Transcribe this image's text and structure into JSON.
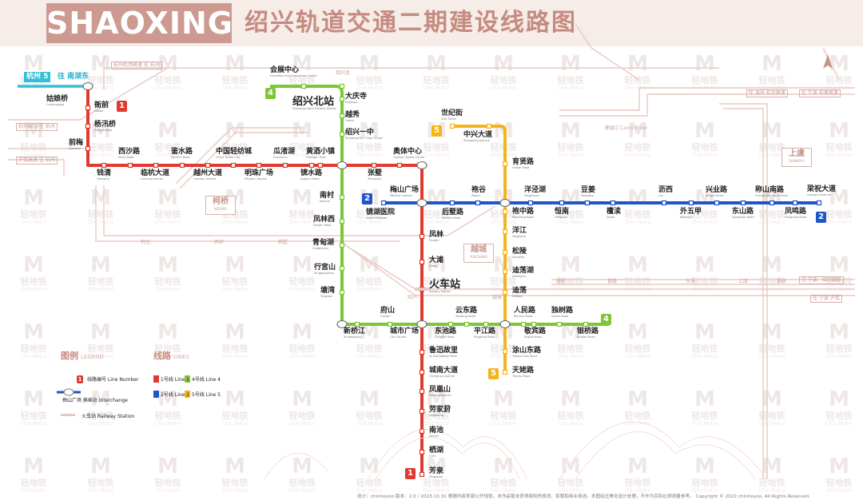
{
  "header": {
    "brand": "SHAOXING",
    "title": "绍兴轨道交通二期建设线路图"
  },
  "colors": {
    "line1": "#e03a2f",
    "line2": "#1e55c8",
    "line4": "#7dc734",
    "line5": "#f5b51a",
    "hz5": "#33bfd6",
    "rail": "#e8c9c2",
    "accent": "#cc9a90"
  },
  "watermark": {
    "glyph": "M",
    "cn": "轻地铁",
    "en": "Chin Metro"
  },
  "hz5": {
    "label": "杭州 5",
    "direction": "往 南湖东"
  },
  "badges": [
    {
      "text": "1",
      "line": "line1"
    },
    {
      "text": "1",
      "line": "line1"
    },
    {
      "text": "2",
      "line": "line2"
    },
    {
      "text": "2",
      "line": "line2"
    },
    {
      "text": "4",
      "line": "line4"
    },
    {
      "text": "4",
      "line": "line4"
    },
    {
      "text": "5",
      "line": "line5"
    },
    {
      "text": "5",
      "line": "line5"
    }
  ],
  "stations": [
    {
      "zh": "姑娘桥",
      "en": "Guniangqiao"
    },
    {
      "zh": "衙前",
      "en": "Yaqian"
    },
    {
      "zh": "杨汛桥",
      "en": "Yangxunqiao"
    },
    {
      "zh": "前梅",
      "en": "Qianmei"
    },
    {
      "zh": "钱清",
      "en": "Qianqing"
    },
    {
      "zh": "西沙路",
      "en": "Xisha Road"
    },
    {
      "zh": "临杭大道",
      "en": "Linhang Avenue"
    },
    {
      "zh": "鉴水路",
      "en": "Jianshui Road"
    },
    {
      "zh": "越州大道",
      "en": "Yuezhou Avenue"
    },
    {
      "zh": "中国轻纺城",
      "en": "China Textile City"
    },
    {
      "zh": "明珠广场",
      "en": "Mingzhu Square"
    },
    {
      "zh": "瓜渚湖",
      "en": "Guazhuhu"
    },
    {
      "zh": "镜水路",
      "en": "Jingshui Road"
    },
    {
      "zh": "黄酒小镇",
      "en": "Huangjiu Town"
    },
    {
      "zh": "会展中心",
      "en": "Exhibition and Convention Center"
    },
    {
      "zh": "绍兴北站",
      "en": "Shaoxing North Railway Station"
    },
    {
      "zh": "大庆寺",
      "en": "Daqingsi"
    },
    {
      "zh": "越秀",
      "en": "Yuexiu"
    },
    {
      "zh": "绍兴一中",
      "en": "Shaoxing No.1 High School"
    },
    {
      "zh": "奥体中心",
      "en": "Olympic Sports Center"
    },
    {
      "zh": "张墅",
      "en": "Zhangshu"
    },
    {
      "zh": "南村",
      "en": "Nancun"
    },
    {
      "zh": "凤林西",
      "en": "Fenglin West"
    },
    {
      "zh": "青甸湖",
      "en": "Qingdianhu"
    },
    {
      "zh": "行宫山",
      "en": "Xinggongshan"
    },
    {
      "zh": "塘湾",
      "en": "Tangwan"
    },
    {
      "zh": "新桥江",
      "en": "Xinqiaojiang"
    },
    {
      "zh": "府山",
      "en": "Fushan"
    },
    {
      "zh": "城市广场",
      "en": "City Square"
    },
    {
      "zh": "梅山广场",
      "en": "Meishan Square"
    },
    {
      "zh": "镜湖医院",
      "en": "Jinghu Hospital"
    },
    {
      "zh": "后墅路",
      "en": "Houshu Road"
    },
    {
      "zh": "凤林",
      "en": "Fenglin"
    },
    {
      "zh": "大滩",
      "en": "Datan"
    },
    {
      "zh": "火车站",
      "en": "Railway Station"
    },
    {
      "zh": "东池路",
      "en": "Dongchi Road"
    },
    {
      "zh": "鲁迅故里",
      "en": "Lu Xun Native Place"
    },
    {
      "zh": "城南大道",
      "en": "Chengnan Avenue"
    },
    {
      "zh": "凤凰山",
      "en": "Fenghuangshan"
    },
    {
      "zh": "劳家葑",
      "en": "Laojiafeng"
    },
    {
      "zh": "南池",
      "en": "Nanchi"
    },
    {
      "zh": "栖湖",
      "en": "Qihu"
    },
    {
      "zh": "芳泉",
      "en": "Fangquan"
    },
    {
      "zh": "袍谷",
      "en": "Paogu"
    },
    {
      "zh": "世纪街",
      "en": "Shiji Street"
    },
    {
      "zh": "中兴大道",
      "en": "Zhongxing Avenue"
    },
    {
      "zh": "育贤路",
      "en": "Yuxian Road"
    },
    {
      "zh": "洋泾湖",
      "en": "Yangjinghu"
    },
    {
      "zh": "袍中路",
      "en": "Paozhong Road"
    },
    {
      "zh": "洋江",
      "en": "Yangjiang"
    },
    {
      "zh": "松陵",
      "en": "Songling"
    },
    {
      "zh": "迪荡湖",
      "en": "Didanghu"
    },
    {
      "zh": "迪荡",
      "en": "Didang"
    },
    {
      "zh": "云东路",
      "en": "Yundong Road"
    },
    {
      "zh": "平江路",
      "en": "Pingjiang Road"
    },
    {
      "zh": "人民路",
      "en": "Renmin Road"
    },
    {
      "zh": "独树路",
      "en": "Dushu Road"
    },
    {
      "zh": "敬宾路",
      "en": "Jingbin Road"
    },
    {
      "zh": "银桥路",
      "en": "Yinqiao Road"
    },
    {
      "zh": "涂山东路",
      "en": "Tushan East Road"
    },
    {
      "zh": "天姥路",
      "en": "Tianlao Road"
    },
    {
      "zh": "恒南",
      "en": "Hengnan"
    },
    {
      "zh": "豆姜",
      "en": "Doujiang"
    },
    {
      "zh": "檀渎",
      "en": "Tandu"
    },
    {
      "zh": "沥西",
      "en": "Lixi"
    },
    {
      "zh": "外五甲",
      "en": "Waiwujia"
    },
    {
      "zh": "兴业路",
      "en": "Xingye Road"
    },
    {
      "zh": "东山路",
      "en": "Dongshan Road"
    },
    {
      "zh": "称山南路",
      "en": "Chengshan South Road"
    },
    {
      "zh": "凤鸣路",
      "en": "Fengming Road"
    },
    {
      "zh": "梁祝大道",
      "en": "Liangzhu Avenue"
    }
  ],
  "directions": [
    "杭州机场高速 往 杭州",
    "绍兴北",
    "杭州城际 往 杭州",
    "沪昆高速 往 杭州",
    "往 温州 杭台高速",
    "往 宁波 杭甬高速",
    "往 宁波 · 绍兴城际",
    "往 宁波 沪昆"
  ],
  "future_labels": [
    "柯北",
    "西桥",
    "曹娥",
    "梅墅",
    "衙前",
    "泉桥",
    "东关",
    "上虞",
    "曹娥江 Cao'e River",
    "越城",
    "绍兴"
  ],
  "districts": [
    {
      "zh": "柯桥",
      "en": "KEQIAO"
    },
    {
      "zh": "越城",
      "en": "YUECHENG"
    },
    {
      "zh": "上虞",
      "en": "SHANGYU"
    }
  ],
  "legend": {
    "title": "图例",
    "title_en": "LEGEND",
    "lines_title": "线路",
    "lines_title_en": "LINES",
    "items": [
      "线路编号 Line Number",
      "梅山广场 换乘站 Interchange",
      "火车站 Railway Station"
    ],
    "lines": [
      "1号线 Line 1",
      "2号线 Line 2",
      "4号线 Line 4",
      "5号线 Line 5"
    ]
  },
  "footer": "设计：chinhoyoo    版本：2.0 / 2023.10.31    根据内容来源公开规划，本作品暂未获得授权的修改、剪裁和商业用途。本图经过美化设计处理，不作为实际比例测量参考。   Copyright © 2022 chinhoyoo, All Rights Reserved."
}
